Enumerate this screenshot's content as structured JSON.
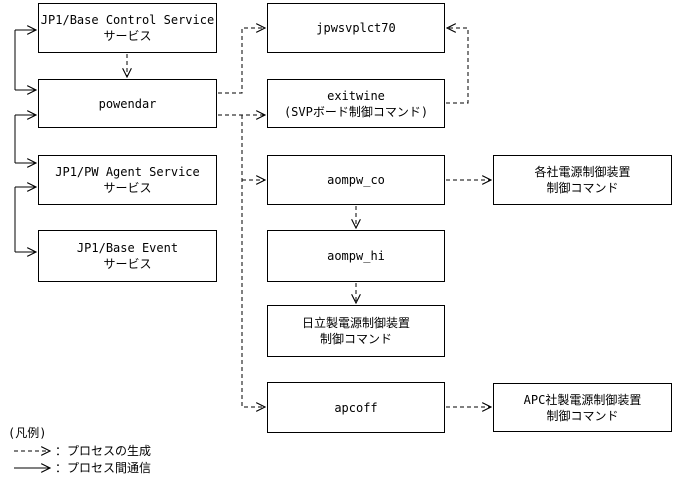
{
  "diagram": {
    "title_hint": "JP1 process relationship diagram",
    "colors": {
      "line": "#000000",
      "background": "#ffffff",
      "text": "#000000"
    },
    "nodes": {
      "jp1_base_control": {
        "line1": "JP1/Base Control Service",
        "line2": "サービス"
      },
      "powendar": {
        "line1": "powendar"
      },
      "jp1_pw_agent": {
        "line1": "JP1/PW Agent Service",
        "line2": "サービス"
      },
      "jp1_base_event": {
        "line1": "JP1/Base Event",
        "line2": "サービス"
      },
      "jpwsvplct70": {
        "line1": "jpwsvplct70"
      },
      "exitwine": {
        "line1": "exitwine",
        "line2": "(SVPボード制御コマンド)"
      },
      "aompw_co": {
        "line1": "aompw_co"
      },
      "aompw_hi": {
        "line1": "aompw_hi"
      },
      "hitachi_cmd": {
        "line1": "日立製電源制御装置",
        "line2": "制御コマンド"
      },
      "apcoff": {
        "line1": "apcoff"
      },
      "vendor_cmd": {
        "line1": "各社電源制御装置",
        "line2": "制御コマンド"
      },
      "apc_cmd": {
        "line1": "APC社製電源制御装置",
        "line2": "制御コマンド"
      }
    },
    "edges": [
      {
        "from": "jp1_base_control",
        "to": "powendar",
        "type": "creation"
      },
      {
        "from": "powendar",
        "to": "jpwsvplct70",
        "type": "creation"
      },
      {
        "from": "powendar",
        "to": "exitwine",
        "type": "creation"
      },
      {
        "from": "powendar",
        "to": "aompw_co",
        "type": "creation"
      },
      {
        "from": "powendar",
        "to": "apcoff",
        "type": "creation"
      },
      {
        "from": "exitwine",
        "to": "jpwsvplct70",
        "type": "creation"
      },
      {
        "from": "aompw_co",
        "to": "vendor_cmd",
        "type": "creation"
      },
      {
        "from": "aompw_co",
        "to": "aompw_hi",
        "type": "creation"
      },
      {
        "from": "aompw_hi",
        "to": "hitachi_cmd",
        "type": "creation"
      },
      {
        "from": "apcoff",
        "to": "apc_cmd",
        "type": "creation"
      },
      {
        "between": [
          "jp1_base_control",
          "powendar"
        ],
        "type": "communication"
      },
      {
        "between": [
          "powendar",
          "jp1_pw_agent"
        ],
        "type": "communication"
      },
      {
        "between": [
          "jp1_pw_agent",
          "jp1_base_event"
        ],
        "type": "communication"
      }
    ],
    "legend": {
      "title": "(凡例)",
      "creation_label": "：プロセスの生成",
      "communication_label": "：プロセス間通信"
    }
  }
}
